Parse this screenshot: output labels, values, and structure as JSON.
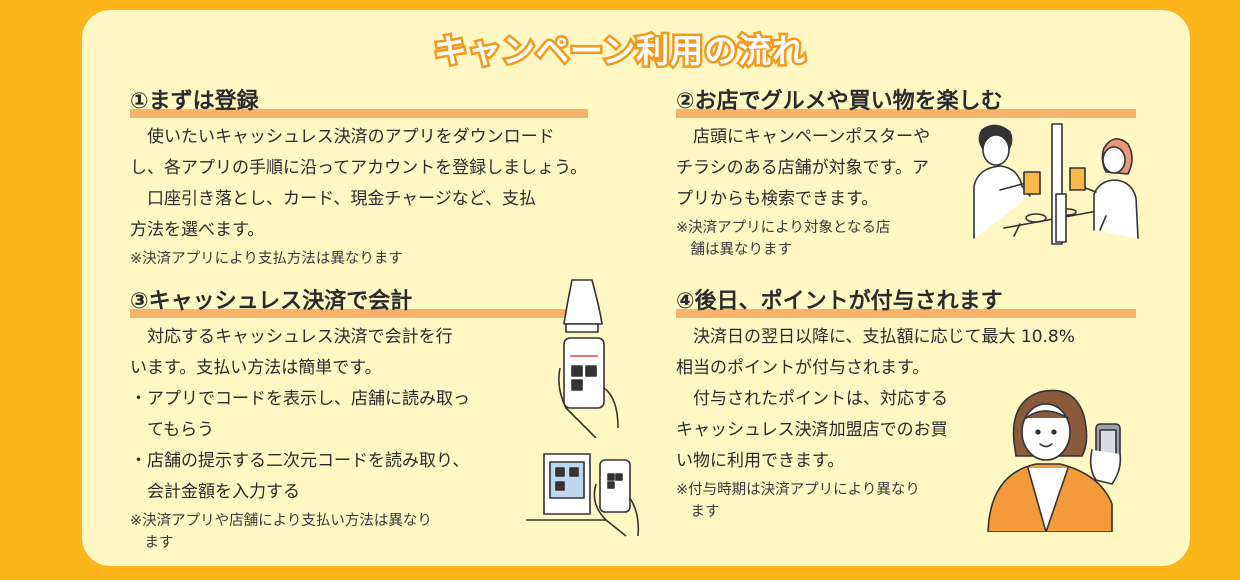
{
  "title": "キャンペーン利用の流れ",
  "colors": {
    "background": "#FBB41A",
    "card": "#FFF7C4",
    "accent": "#F39A1E",
    "underline": "#F8B26A"
  },
  "step1": {
    "heading": "①まずは登録",
    "p1": "使いたいキャッシュレス決済のアプリをダウンロード",
    "p1b": "し、各アプリの手順に沿ってアカウントを登録しましょう。",
    "p2": "口座引き落とし、カード、現金チャージなど、支払",
    "p2b": "方法を選べます。",
    "note": "※決済アプリにより支払方法は異なります"
  },
  "step2": {
    "heading": "②お店でグルメや買い物を楽しむ",
    "p1": "店頭にキャンペーンポスターや",
    "p1b": "チラシのある店舗が対象です。ア",
    "p1c": "プリからも検索できます。",
    "note": "※決済アプリにより対象となる店",
    "note_b": "舗は異なります"
  },
  "step3": {
    "heading": "③キャッシュレス決済で会計",
    "p1": "対応するキャッシュレス決済で会計を行",
    "p1b": "います。支払い方法は簡単です。",
    "b1": "・アプリでコードを表示し、店舗に読み取っ",
    "b1b": "てもらう",
    "b2": "・店舗の提示する二次元コードを読み取り、",
    "b2b": "会計金額を入力する",
    "note": "※決済アプリや店舗により支払い方法は異なり",
    "note_b": "ます"
  },
  "step4": {
    "heading": "④後日、ポイントが付与されます",
    "p1": "決済日の翌日以降に、支払額に応じて最大 10.8%",
    "p1b": "相当のポイントが付与されます。",
    "p2": "付与されたポイントは、対応する",
    "p2b": "キャッシュレス決済加盟店でのお買",
    "p2c": "い物に利用できます。",
    "note": "※付与時期は決済アプリにより異なり",
    "note_b": "ます"
  }
}
